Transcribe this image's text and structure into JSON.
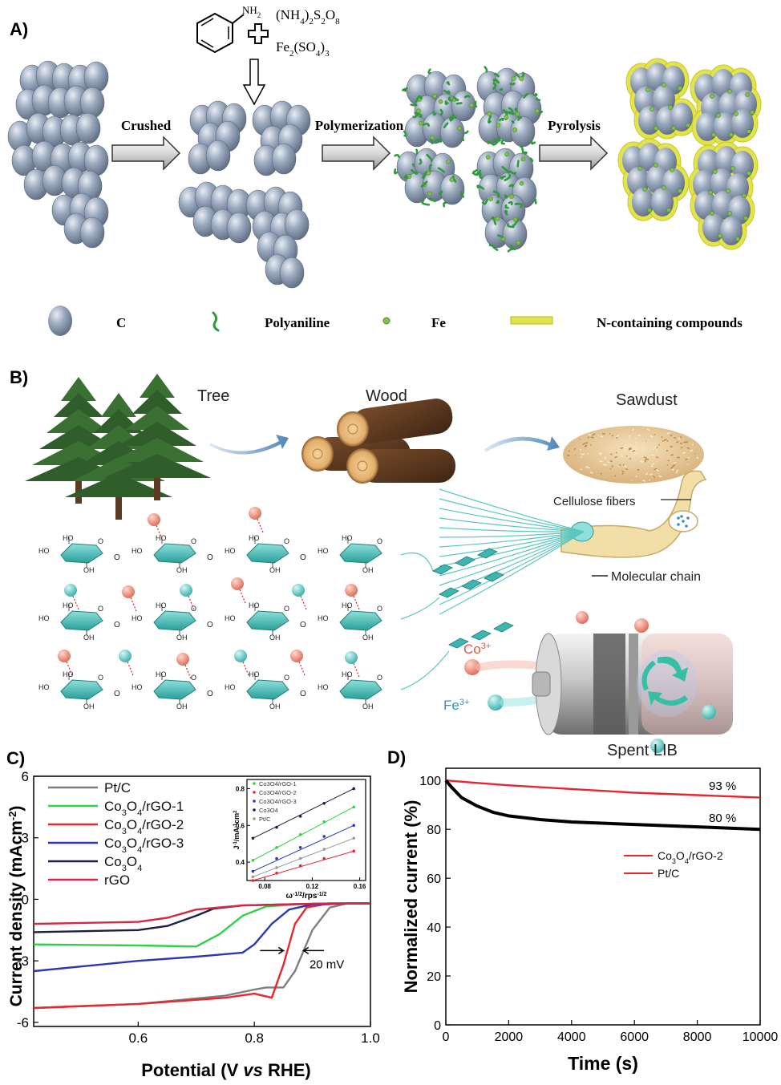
{
  "panelA": {
    "label": "A)",
    "reagents": {
      "amine": "NH",
      "amine_sub": "2",
      "oxidant": "(NH",
      "oxidant_sub1": "4",
      "oxidant_mid": ")",
      "oxidant_sub2": "2",
      "oxidant_s": "S",
      "oxidant_sub3": "2",
      "oxidant_o": "O",
      "oxidant_sub4": "8",
      "iron": "Fe",
      "iron_sub1": "2",
      "iron_mid": "(SO",
      "iron_sub2": "4",
      "iron_end": ")",
      "iron_sub3": "3"
    },
    "steps": [
      "Crushed",
      "Polymerization",
      "Pyrolysis"
    ],
    "legend": [
      "C",
      "Polyaniline",
      "Fe",
      "N-containing compounds"
    ],
    "colors": {
      "carbon": "#8f9db3",
      "polyaniline": "#2e9b3a",
      "fe": "#7fbf4a",
      "ncomp": "#e3e34a"
    }
  },
  "panelB": {
    "label": "B)",
    "tree": "Tree",
    "wood": "Wood",
    "sawdust": "Sawdust",
    "cellulose": "Cellulose fibers",
    "chain": "Molecular chain",
    "co": "Co",
    "co_sup": "3+",
    "fe": "Fe",
    "fe_sup": "3+",
    "lib": "Spent LIB",
    "ho": "HO",
    "oh": "OH",
    "o": "O",
    "colors": {
      "ring": "#3fb5b0",
      "co_ion": "#e8806e",
      "fe_ion": "#5cc6c2"
    }
  },
  "panelC": {
    "label": "C)",
    "ylabel": "Current density (mAcm",
    "ylabel_sup": "-2",
    "ylabel_end": ")",
    "xlabel_a": "Potential (V ",
    "xlabel_vs": "vs",
    "xlabel_b": " RHE)",
    "annotation": "20 mV",
    "inset": {
      "ylabel": "J",
      "ylabel_sup": "-1",
      "ylabel_b": "/mA",
      "ylabel_sup2": "-1",
      "ylabel_c": "cm",
      "ylabel_sup3": "2",
      "xlabel": "ω",
      "xlabel_sup": "-1/2",
      "xlabel_b": "/rps",
      "xlabel_sup2": "-1/2",
      "legend": [
        "Co3O4/rGO-1",
        "Co3O4/rGO-2",
        "Co3O4/rGO-3",
        "Co3O4",
        "Pt/C"
      ]
    }
  },
  "chart_data": [
    {
      "type": "line",
      "panel": "C",
      "xlabel": "Potential (V vs RHE)",
      "ylabel": "Current density (mAcm-2)",
      "xlim": [
        0.42,
        1.0
      ],
      "ylim": [
        -6.2,
        6
      ],
      "xticks": [
        "0.6",
        "0.8",
        "1.0"
      ],
      "yticks": [
        "6",
        "3",
        "0",
        "-3",
        "-6"
      ],
      "legend_position": "top-left",
      "series": [
        {
          "name": "Pt/C",
          "color": "#7f7f7f",
          "x": [
            0.42,
            0.6,
            0.75,
            0.8,
            0.82,
            0.85,
            0.87,
            0.9,
            0.93,
            0.96,
            1.0
          ],
          "y": [
            -5.3,
            -5.1,
            -4.7,
            -4.4,
            -4.3,
            -4.3,
            -3.5,
            -1.5,
            -0.4,
            -0.2,
            -0.2
          ]
        },
        {
          "name": "Co3O4/rGO-1",
          "legend": "Co",
          "sub": "3",
          "mid": "O",
          "sub2": "4",
          "end": "/rGO-1",
          "color": "#2fd04a",
          "x": [
            0.42,
            0.6,
            0.7,
            0.74,
            0.78,
            0.82,
            0.87,
            0.93,
            1.0
          ],
          "y": [
            -2.2,
            -2.25,
            -2.3,
            -1.7,
            -0.8,
            -0.35,
            -0.25,
            -0.2,
            -0.2
          ]
        },
        {
          "name": "Co3O4/rGO-2",
          "legend": "Co",
          "sub": "3",
          "mid": "O",
          "sub2": "4",
          "end": "/rGO-2",
          "color": "#e8262f",
          "x": [
            0.42,
            0.6,
            0.75,
            0.8,
            0.83,
            0.85,
            0.87,
            0.89,
            0.92,
            0.96,
            1.0
          ],
          "y": [
            -5.3,
            -5.1,
            -4.8,
            -4.6,
            -4.8,
            -3.2,
            -1.2,
            -0.4,
            -0.25,
            -0.2,
            -0.2
          ]
        },
        {
          "name": "Co3O4/rGO-3",
          "legend": "Co",
          "sub": "3",
          "mid": "O",
          "sub2": "4",
          "end": "/rGO-3",
          "color": "#2c38b3",
          "x": [
            0.42,
            0.6,
            0.7,
            0.78,
            0.8,
            0.83,
            0.86,
            0.9,
            0.95,
            1.0
          ],
          "y": [
            -3.5,
            -3.0,
            -2.8,
            -2.6,
            -2.2,
            -1.2,
            -0.5,
            -0.25,
            -0.2,
            -0.2
          ]
        },
        {
          "name": "Co3O4",
          "legend": "Co",
          "sub": "3",
          "mid": "O",
          "sub2": "4",
          "end": "",
          "color": "#1b1f44",
          "x": [
            0.42,
            0.6,
            0.65,
            0.7,
            0.73,
            0.78,
            0.85,
            0.93,
            1.0
          ],
          "y": [
            -1.6,
            -1.5,
            -1.3,
            -0.8,
            -0.45,
            -0.3,
            -0.25,
            -0.2,
            -0.2
          ]
        },
        {
          "name": "rGO",
          "color": "#d62845",
          "x": [
            0.42,
            0.6,
            0.65,
            0.7,
            0.78,
            0.85,
            0.93,
            1.0
          ],
          "y": [
            -1.2,
            -1.1,
            -0.9,
            -0.5,
            -0.3,
            -0.25,
            -0.2,
            -0.2
          ]
        }
      ]
    },
    {
      "type": "scatter",
      "panel": "C-inset",
      "xlim": [
        0.065,
        0.165
      ],
      "ylim": [
        0.3,
        0.85
      ],
      "xticks": [
        "0.08",
        "0.12",
        "0.16"
      ],
      "yticks": [
        "0.4",
        "0.6",
        "0.8"
      ],
      "legend_position": "top-left",
      "series": [
        {
          "name": "Co3O4/rGO-1",
          "color": "#2fd04a",
          "x": [
            0.07,
            0.09,
            0.11,
            0.13,
            0.155
          ],
          "y": [
            0.41,
            0.48,
            0.55,
            0.62,
            0.7
          ]
        },
        {
          "name": "Co3O4/rGO-2",
          "color": "#e8262f",
          "x": [
            0.07,
            0.09,
            0.11,
            0.13,
            0.155
          ],
          "y": [
            0.3,
            0.34,
            0.38,
            0.42,
            0.46
          ]
        },
        {
          "name": "Co3O4/rGO-3",
          "color": "#2c38b3",
          "x": [
            0.07,
            0.09,
            0.11,
            0.13,
            0.155
          ],
          "y": [
            0.35,
            0.42,
            0.48,
            0.54,
            0.6
          ]
        },
        {
          "name": "Co3O4",
          "color": "#1b1f44",
          "x": [
            0.07,
            0.09,
            0.11,
            0.13,
            0.155
          ],
          "y": [
            0.53,
            0.59,
            0.65,
            0.72,
            0.8
          ]
        },
        {
          "name": "Pt/C",
          "color": "#9a9a9a",
          "x": [
            0.07,
            0.09,
            0.11,
            0.13,
            0.155
          ],
          "y": [
            0.32,
            0.37,
            0.42,
            0.47,
            0.53
          ]
        }
      ]
    },
    {
      "type": "line",
      "panel": "D",
      "xlabel": "Time (s)",
      "ylabel": "Normalized current (%)",
      "xlim": [
        0,
        10000
      ],
      "ylim": [
        0,
        105
      ],
      "xticks": [
        "0",
        "2000",
        "4000",
        "6000",
        "8000",
        "10000"
      ],
      "yticks": [
        "0",
        "20",
        "40",
        "60",
        "80",
        "100"
      ],
      "legend_position": "center-right",
      "annotations": [
        "93 %",
        "80 %"
      ],
      "series": [
        {
          "name": "Co3O4/rGO-2",
          "legend": "Co",
          "sub": "3",
          "mid": "O",
          "sub2": "4",
          "end": "/rGO-2",
          "color": "#e8262f",
          "x": [
            0,
            1000,
            2000,
            4000,
            6000,
            8000,
            10000
          ],
          "y": [
            100,
            99,
            98,
            96.5,
            95,
            94,
            93
          ]
        },
        {
          "name": "Pt/C",
          "color": "#000000",
          "x": [
            0,
            200,
            500,
            1000,
            1500,
            2000,
            3000,
            4000,
            6000,
            8000,
            10000
          ],
          "y": [
            100,
            97,
            93,
            89.5,
            87,
            85.5,
            84,
            83,
            82,
            81,
            80
          ]
        }
      ]
    }
  ]
}
